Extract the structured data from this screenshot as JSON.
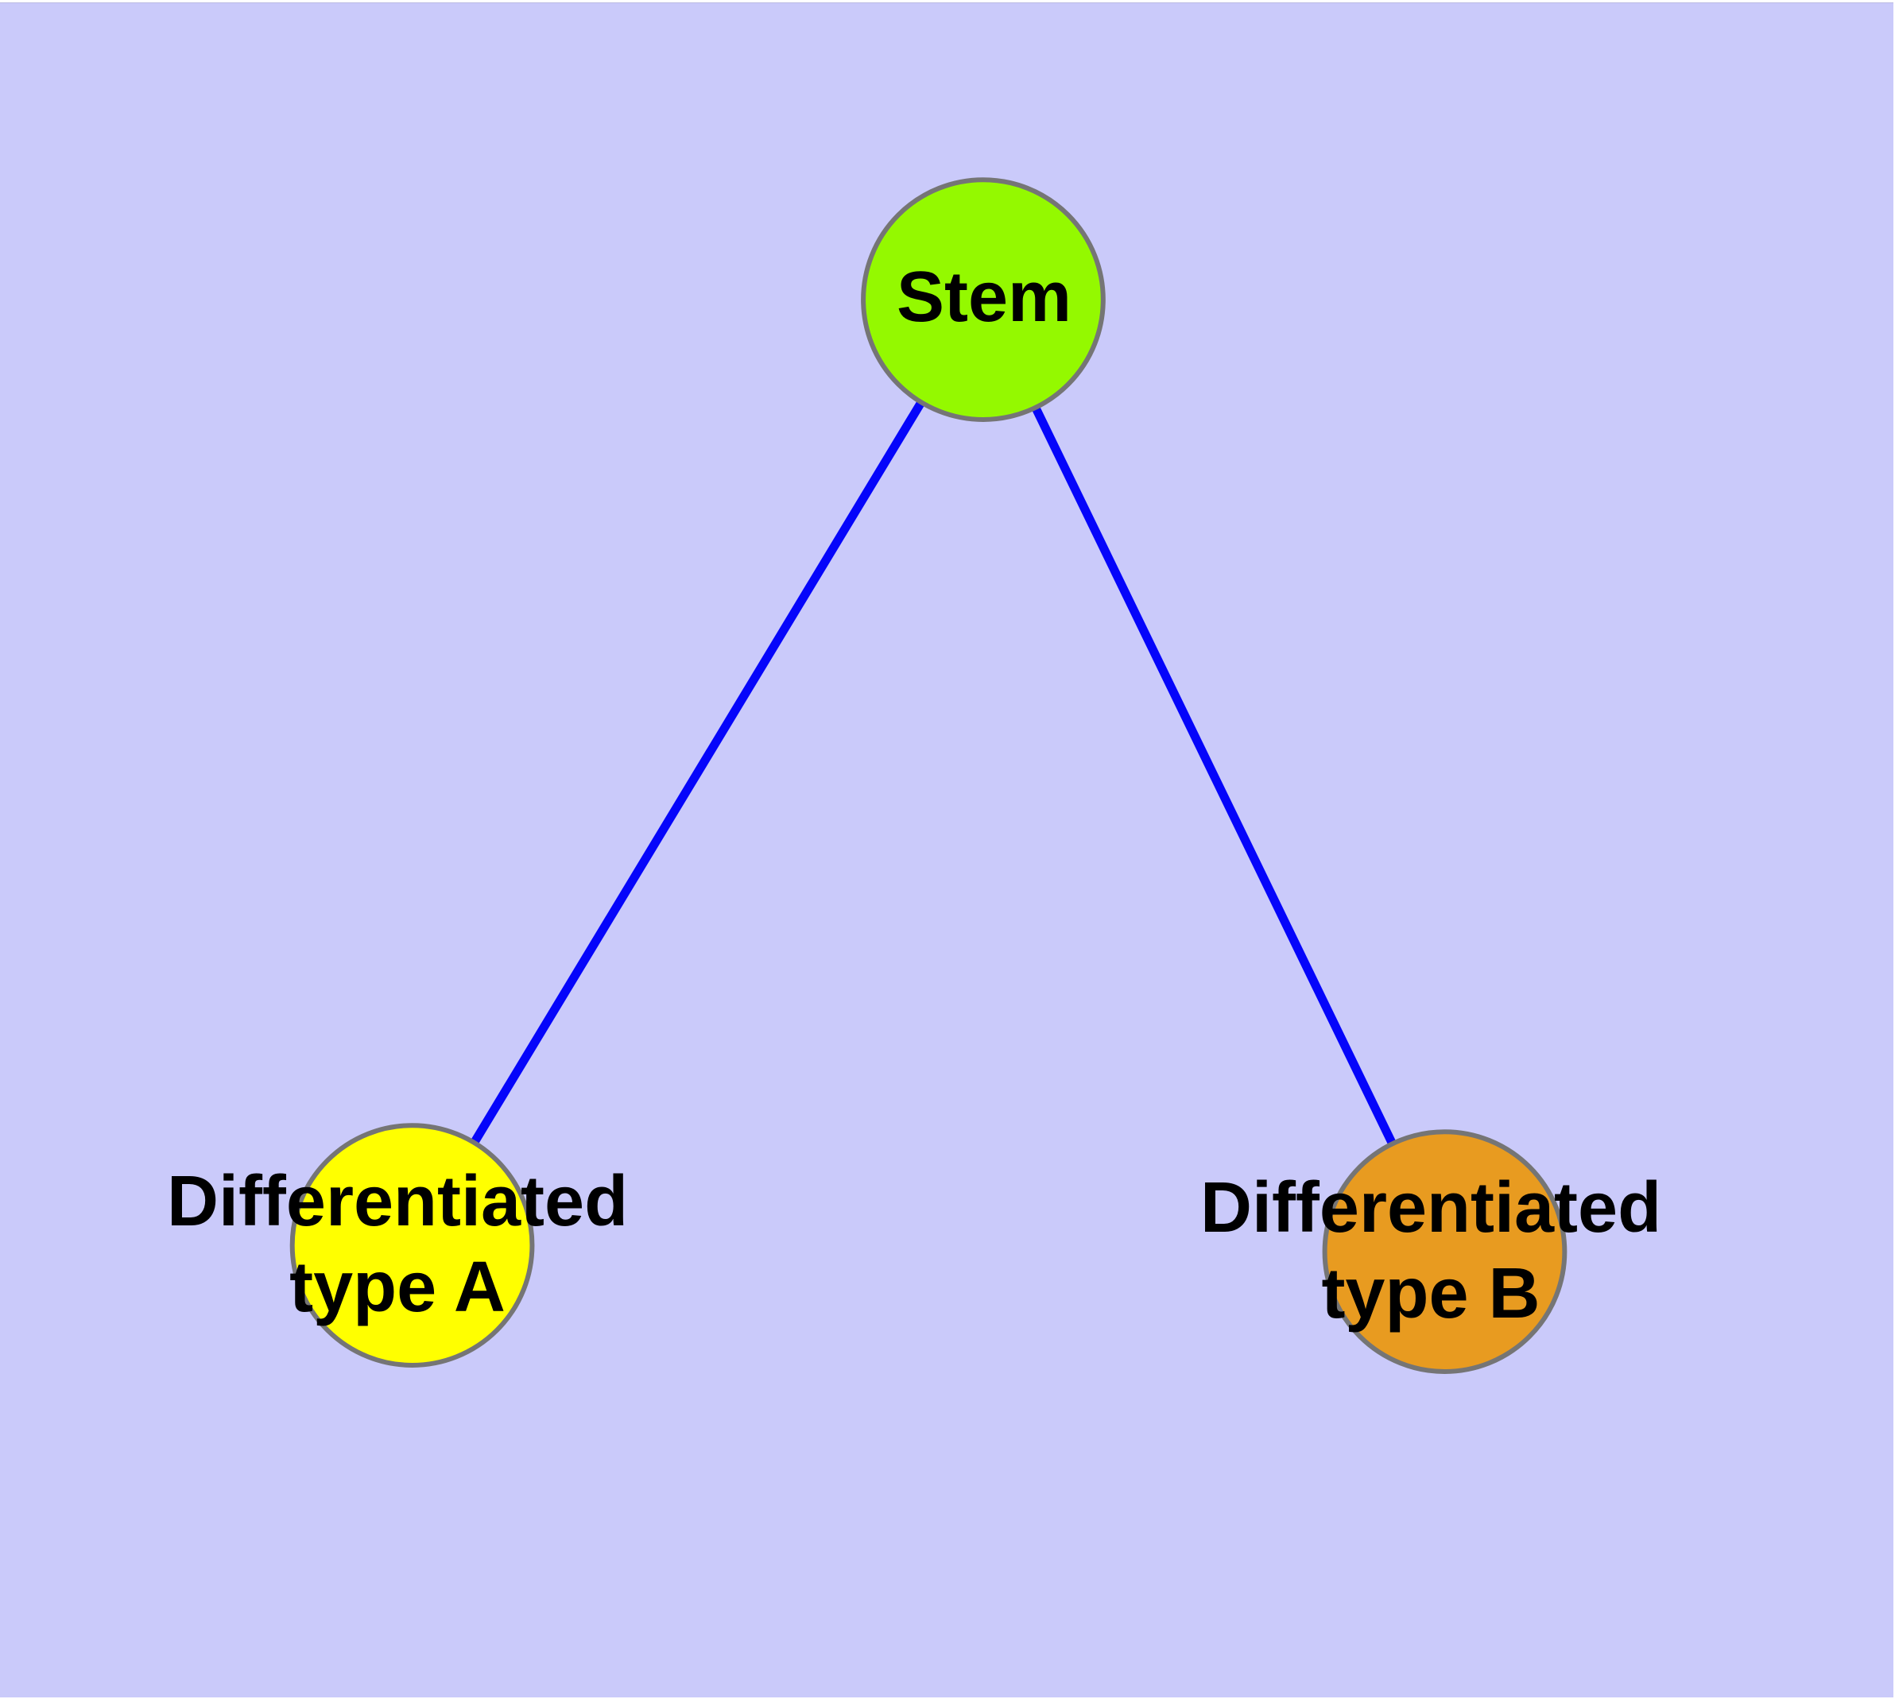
{
  "diagram": {
    "background_color": "#cacafa",
    "frame_color": "#ffffff",
    "edge_color": "#0505fa",
    "node_border_color": "#757575",
    "label_color": "#000000",
    "nodes": [
      {
        "id": "stem",
        "label": "Stem",
        "fill": "#94f900"
      },
      {
        "id": "differentiated-type-a",
        "label_line1": "Differentiated",
        "label_line2": "type A",
        "fill": "#ffff00"
      },
      {
        "id": "differentiated-type-b",
        "label_line1": "Differentiated",
        "label_line2": "type B",
        "fill": "#e89b20"
      }
    ],
    "edges": [
      {
        "from": "stem",
        "to": "differentiated-type-a"
      },
      {
        "from": "stem",
        "to": "differentiated-type-b"
      }
    ]
  }
}
